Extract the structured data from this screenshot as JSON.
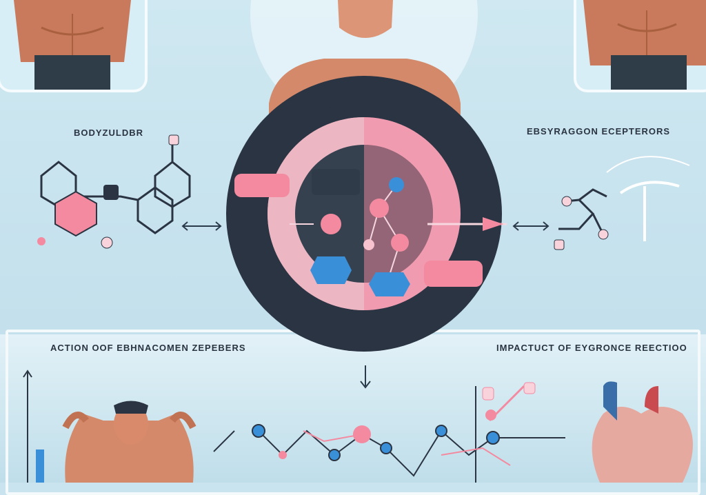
{
  "center": {
    "title": "TAMOXOFEN"
  },
  "left": {
    "heading": "BODYZULDBR"
  },
  "right": {
    "heading": "EBSYRAGGON ECEPTERORS"
  },
  "bottom": {
    "left_heading": "ACTION OOF EBHNACOMEN ZEPEBERS",
    "right_heading": "IMPACTUCT OF EYGRONCE REECTIOO"
  },
  "colors": {
    "background": "#c9e4ee",
    "ring": "#2a3442",
    "pink": "#f48aa0",
    "blue": "#3a8fd9",
    "skin": "#d98a6a"
  },
  "icons": [
    "double-arrow-icon",
    "down-arrow-icon",
    "heart-icon",
    "molecule-icon"
  ]
}
